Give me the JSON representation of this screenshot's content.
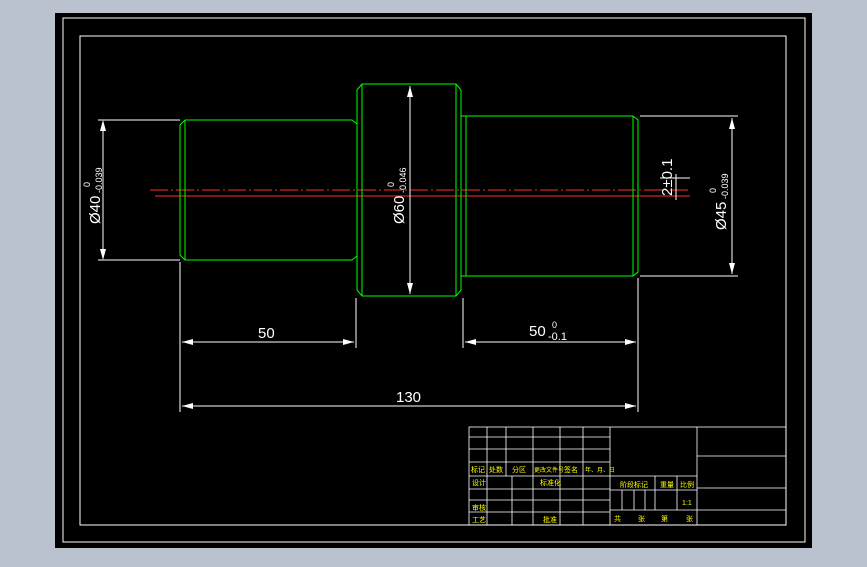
{
  "colors": {
    "background_ui": "#b9c2ce",
    "canvas": "#000000",
    "part_outline": "#00ff00",
    "dimensions": "#ffffff",
    "centerline": "#ff0000",
    "title_text": "#ffff00"
  },
  "dimensions": {
    "left_diameter": {
      "symbol": "Ø40",
      "upper": "0",
      "lower": "-0.039"
    },
    "middle_diameter": {
      "symbol": "Ø60",
      "upper": "0",
      "lower": "-0.046"
    },
    "right_diameter": {
      "symbol": "Ø45",
      "upper": "0",
      "lower": "-0.039"
    },
    "left_length": "50",
    "right_length": {
      "value": "50",
      "upper": "0",
      "lower": "-0.1"
    },
    "total_length": "130",
    "offset": "2±0.1"
  },
  "title_block": {
    "mark": "标记",
    "count": "处数",
    "zone": "分区",
    "change_doc": "更改文件号",
    "sign": "签名",
    "date": "年、月、日",
    "design": "设计",
    "standardize": "标准化",
    "review": "审核",
    "process": "工艺",
    "approve": "批准",
    "stage_mark": "阶段标记",
    "weight": "重量",
    "scale": "比例",
    "scale_value": "1:1",
    "total": "共",
    "sheets": "张",
    "no": "第",
    "sheet": "张"
  }
}
